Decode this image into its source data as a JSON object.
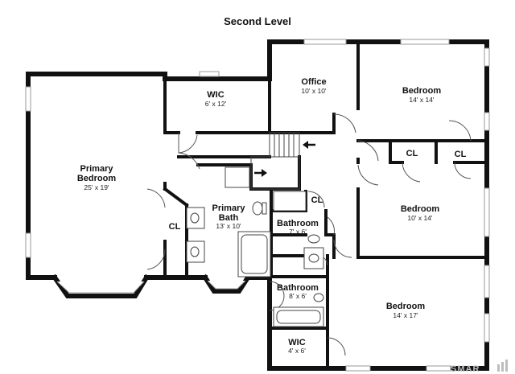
{
  "title": "Second Level",
  "rooms": [
    {
      "id": "primary-bedroom",
      "name": "Primary Bedroom",
      "name_lines": [
        "Primary",
        "Bedroom"
      ],
      "dims": "25' x 19'"
    },
    {
      "id": "wic-upper",
      "name": "WIC",
      "name_lines": [
        "WIC"
      ],
      "dims": "6' x 12'"
    },
    {
      "id": "office",
      "name": "Office",
      "name_lines": [
        "Office"
      ],
      "dims": "10' x 10'"
    },
    {
      "id": "bedroom-top-right",
      "name": "Bedroom",
      "name_lines": [
        "Bedroom"
      ],
      "dims": "14' x 14'"
    },
    {
      "id": "cl-right-1",
      "name": "CL",
      "name_lines": [
        "CL"
      ],
      "dims": ""
    },
    {
      "id": "cl-right-2",
      "name": "CL",
      "name_lines": [
        "CL"
      ],
      "dims": ""
    },
    {
      "id": "cl-left",
      "name": "CL",
      "name_lines": [
        "CL"
      ],
      "dims": ""
    },
    {
      "id": "primary-bath",
      "name": "Primary Bath",
      "name_lines": [
        "Primary",
        "Bath"
      ],
      "dims": "13' x 10'"
    },
    {
      "id": "cl-center",
      "name": "CL",
      "name_lines": [
        "CL"
      ],
      "dims": ""
    },
    {
      "id": "bedroom-middle-right",
      "name": "Bedroom",
      "name_lines": [
        "Bedroom"
      ],
      "dims": "10' x 14'"
    },
    {
      "id": "bathroom-1",
      "name": "Bathroom",
      "name_lines": [
        "Bathroom"
      ],
      "dims": "7' x 6'"
    },
    {
      "id": "bathroom-2",
      "name": "Bathroom",
      "name_lines": [
        "Bathroom"
      ],
      "dims": "8' x 6'"
    },
    {
      "id": "bedroom-bottom-right",
      "name": "Bedroom",
      "name_lines": [
        "Bedroom"
      ],
      "dims": "14' x 17'"
    },
    {
      "id": "wic-lower",
      "name": "WIC",
      "name_lines": [
        "WIC"
      ],
      "dims": "4' x 6'"
    }
  ],
  "logo": {
    "text": "SMAR"
  },
  "colors": {
    "wall": "#111111",
    "window": "#9a9a9a",
    "logo": "#bdbdbd"
  }
}
